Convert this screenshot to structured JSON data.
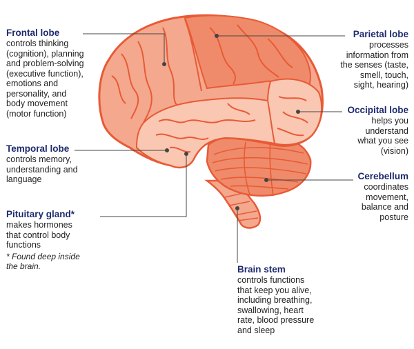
{
  "colors": {
    "outline": "#e85a36",
    "tissue_light": "#f9c7b2",
    "tissue_mid": "#f4a88e",
    "tissue_dark": "#ef8b6a",
    "title": "#1d2a6e",
    "leader": "#444444"
  },
  "labels": {
    "frontal": {
      "title": "Frontal lobe",
      "desc": "controls thinking\n(cognition), planning\nand problem-solving\n(executive function),\nemotions and\npersonality, and\nbody movement\n(motor function)"
    },
    "temporal": {
      "title": "Temporal lobe",
      "desc": "controls memory,\nunderstanding and\nlanguage"
    },
    "pituitary": {
      "title": "Pituitary gland*",
      "desc": "makes hormones\nthat control body\nfunctions",
      "note": "* Found deep inside\n  the brain."
    },
    "parietal": {
      "title": "Parietal lobe",
      "desc": "processes\ninformation from\nthe senses (taste,\nsmell, touch,\nsight, hearing)"
    },
    "occipital": {
      "title": "Occipital lobe",
      "desc": "helps you\nunderstand\nwhat you see\n(vision)"
    },
    "cerebellum": {
      "title": "Cerebellum",
      "desc": "coordinates\nmovement,\nbalance and\nposture"
    },
    "brainstem": {
      "title": "Brain stem",
      "desc": "controls functions\nthat keep you alive,\nincluding breathing,\nswallowing, heart\nrate, blood pressure\nand sleep"
    }
  }
}
